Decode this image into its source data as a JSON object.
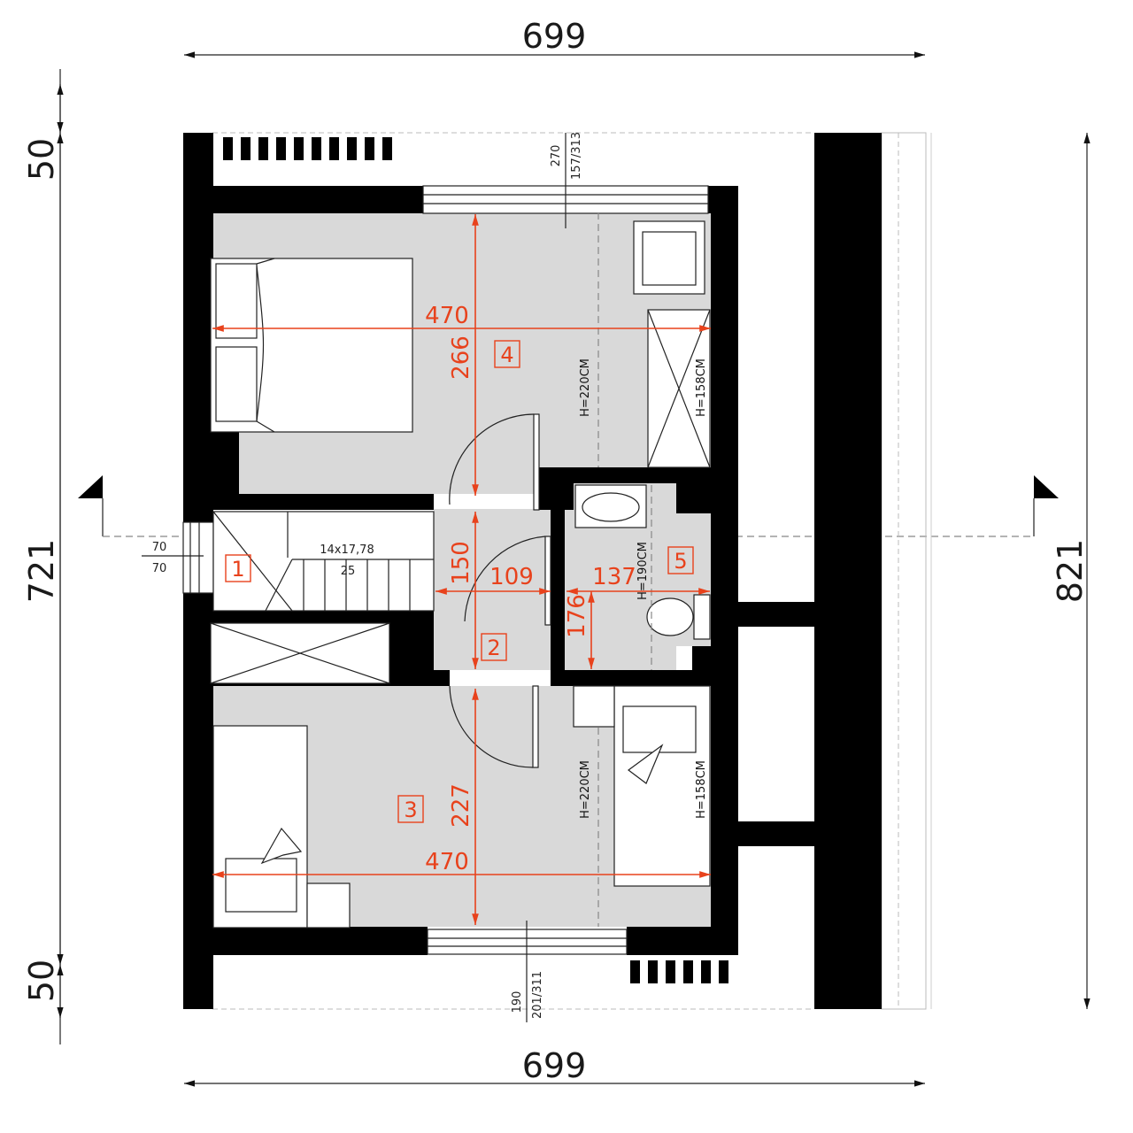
{
  "dimensions": {
    "top_width": "699",
    "bottom_width": "699",
    "left_top": "50",
    "left_middle": "721",
    "left_bottom": "50",
    "right_total": "821"
  },
  "rooms": [
    {
      "number": "1"
    },
    {
      "number": "2"
    },
    {
      "number": "3"
    },
    {
      "number": "4"
    },
    {
      "number": "5"
    }
  ],
  "room_dimensions": {
    "room4_width": "470",
    "room4_depth": "266",
    "room3_width": "470",
    "room3_depth": "227",
    "hall_depth": "150",
    "hall_width": "109",
    "bath_width": "137",
    "bath_depth": "176"
  },
  "heights": {
    "room4": "H=220CM",
    "room4_closet": "H=158CM",
    "bath": "H=190CM",
    "room3": "H=220CM",
    "room3_closet": "H=158CM"
  },
  "windows": {
    "top": {
      "line1": "270",
      "line2": "157/313"
    },
    "bottom": {
      "line1": "190",
      "line2": "201/311"
    },
    "stair_window": {
      "line1": "70",
      "line2": "70"
    }
  },
  "stairs": {
    "steps": "14x17,78",
    "tread": "25"
  },
  "colors": {
    "wall": "#000000",
    "floor": "#d9d9d9",
    "annotation": "#e8421c"
  }
}
